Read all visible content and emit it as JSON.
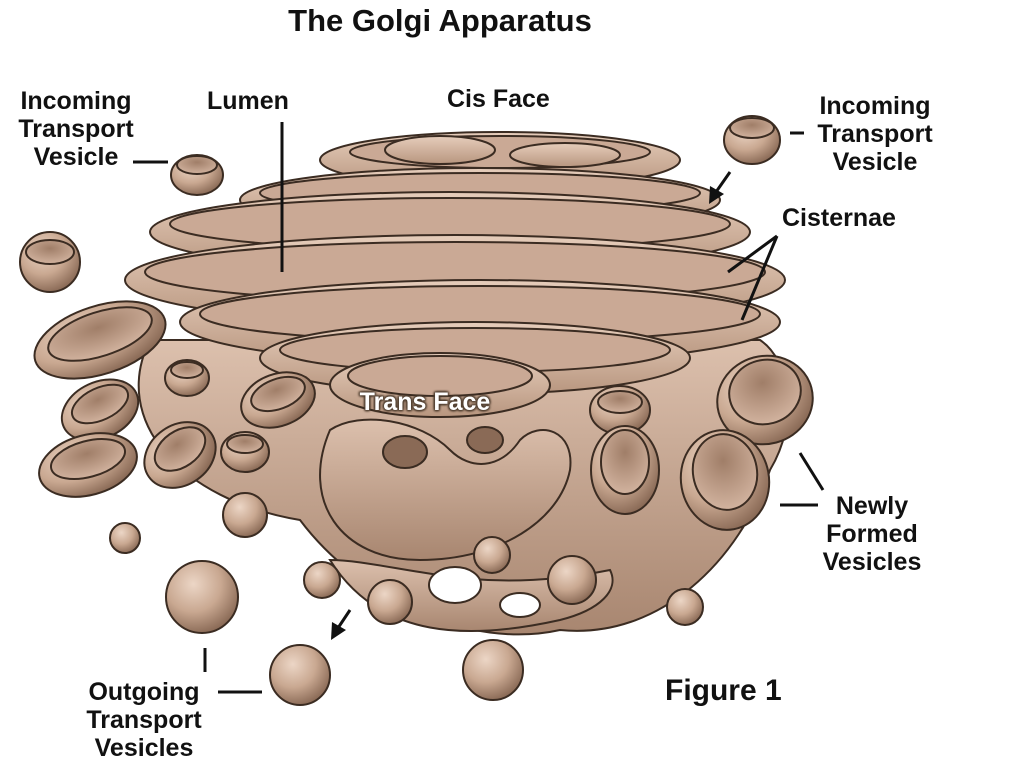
{
  "title": "The Golgi Apparatus",
  "figure_label": "Figure 1",
  "colors": {
    "organelle_fill": "#c9a891",
    "organelle_light": "#e2c8b6",
    "organelle_shadow": "#8a6a56",
    "outline": "#3b2c22",
    "label_text": "#111111",
    "pointer_line": "#111111"
  },
  "labels": {
    "incoming_left": [
      "Incoming",
      "Transport",
      "Vesicle"
    ],
    "lumen": "Lumen",
    "cis_face": "Cis Face",
    "incoming_right": [
      "Incoming",
      "Transport",
      "Vesicle"
    ],
    "cisternae": "Cisternae",
    "trans_face": "Trans Face",
    "newly_formed": [
      "Newly",
      "Formed",
      "Vesicles"
    ],
    "outgoing": [
      "Outgoing",
      "Transport",
      "Vesicles"
    ]
  }
}
